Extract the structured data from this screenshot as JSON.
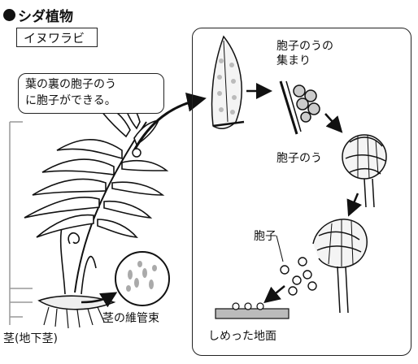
{
  "title": "シダ植物",
  "plant_name": "イヌワラビ",
  "callout": {
    "line1": "葉の裏の胞子のう",
    "line2": "に胞子ができる。"
  },
  "labels": {
    "sporangium_cluster_line1": "胞子のうの",
    "sporangium_cluster_line2": "集まり",
    "sporangium": "胞子のう",
    "spore": "胞子",
    "moist_ground": "しめった地面",
    "vascular_bundle": "茎の維管束",
    "underground_stem": "茎(地下茎)"
  }
}
